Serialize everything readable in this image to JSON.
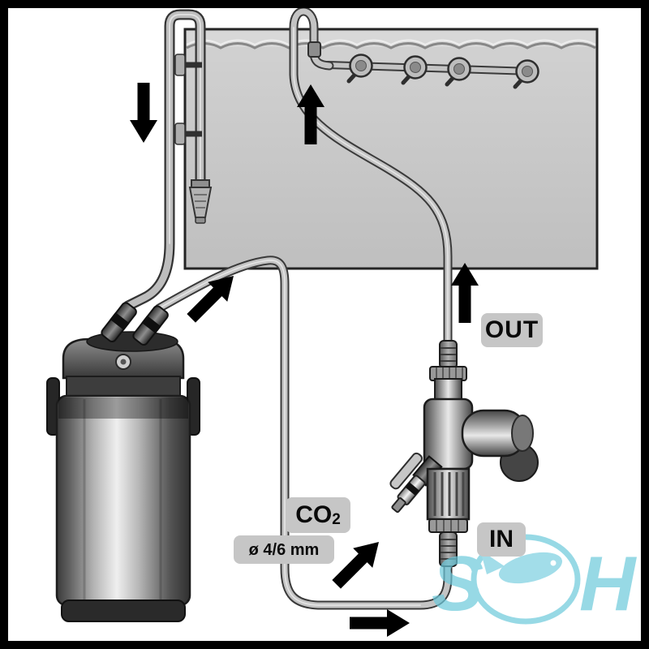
{
  "diagram": {
    "labels": {
      "out": "OUT",
      "in": "IN",
      "co2_main": "CO",
      "co2_sub": "2",
      "hose_size": "ø 4/6 mm"
    },
    "watermark": {
      "letter_s": "S",
      "letter_h": "H"
    },
    "flow_arrows": [
      {
        "name": "intake-down-arrow",
        "direction": "down"
      },
      {
        "name": "tank-return-up-arrow",
        "direction": "up"
      },
      {
        "name": "out-flow-up-arrow",
        "direction": "up"
      },
      {
        "name": "filter-output-arrow",
        "direction": "up-right"
      },
      {
        "name": "co2-inlet-arrow",
        "direction": "up-right"
      },
      {
        "name": "bottom-flow-arrow",
        "direction": "right"
      }
    ],
    "colors": {
      "background": "#ffffff",
      "frame": "#000000",
      "tank_fill": "#c9c9c9",
      "label_bg": "#c6c6c6",
      "label_text": "#0a0a0a",
      "tube_fill": "#c4c4c4",
      "tube_outline": "#3a3a3a",
      "arrow": "#000000",
      "watermark": "#66c6d8"
    }
  }
}
